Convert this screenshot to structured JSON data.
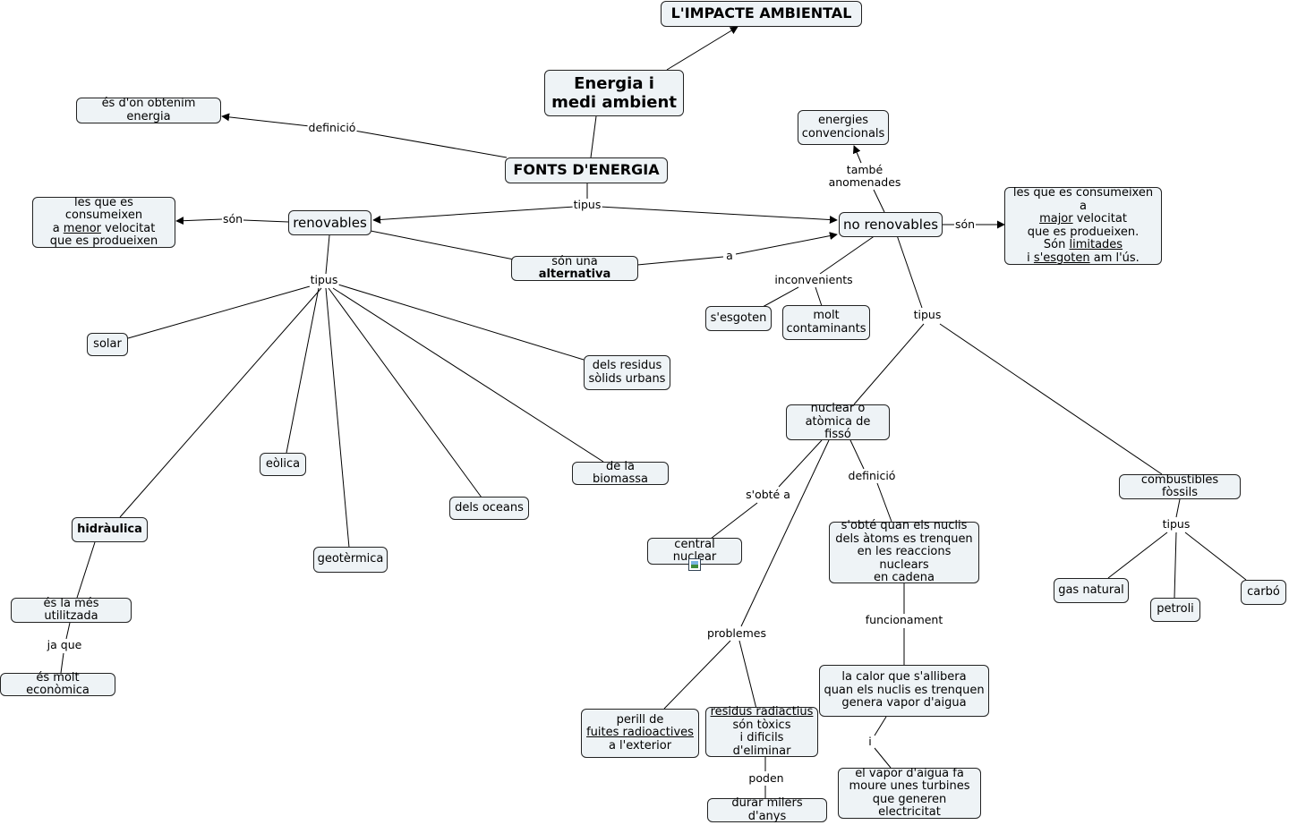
{
  "nodes": {
    "impacte": [
      {
        "t": "L'IMPACTE AMBIENTAL"
      }
    ],
    "energia": [
      {
        "t": "Energia i"
      },
      {
        "br": true
      },
      {
        "t": "medi ambient"
      }
    ],
    "fonts": [
      {
        "t": "FONTS D'ENERGIA"
      }
    ],
    "obtenim": [
      {
        "t": "és d'on obtenim energia"
      }
    ],
    "renovables": [
      {
        "t": "renovables"
      }
    ],
    "norenovables": [
      {
        "t": "no renovables"
      }
    ],
    "menor": [
      {
        "t": "les que es consumeixen"
      },
      {
        "br": true
      },
      {
        "t": "a "
      },
      {
        "t": "menor",
        "u": true
      },
      {
        "t": " velocitat"
      },
      {
        "br": true
      },
      {
        "t": "que es produeixen"
      }
    ],
    "major": [
      {
        "t": "les que es consumeixen a"
      },
      {
        "br": true
      },
      {
        "t": "major",
        "u": true
      },
      {
        "t": " velocitat"
      },
      {
        "br": true
      },
      {
        "t": "que es produeixen."
      },
      {
        "br": true
      },
      {
        "t": "Són "
      },
      {
        "t": "limitades",
        "u": true
      },
      {
        "br": true
      },
      {
        "t": "i "
      },
      {
        "t": "s'esgoten",
        "u": true
      },
      {
        "t": " am l'ús."
      }
    ],
    "convencionals": [
      {
        "t": "energies"
      },
      {
        "br": true
      },
      {
        "t": "convencionals"
      }
    ],
    "alternativa": [
      {
        "t": "són una "
      },
      {
        "t": "alternativa",
        "b": true
      }
    ],
    "esgoten": [
      {
        "t": "s'esgoten"
      }
    ],
    "contaminants": [
      {
        "t": "molt"
      },
      {
        "br": true
      },
      {
        "t": "contaminants"
      }
    ],
    "solar": [
      {
        "t": "solar"
      }
    ],
    "residus": [
      {
        "t": "dels residus"
      },
      {
        "br": true
      },
      {
        "t": "sòlids urbans"
      }
    ],
    "eolica": [
      {
        "t": "eòlica"
      }
    ],
    "biomassa": [
      {
        "t": "de la biomassa"
      }
    ],
    "oceans": [
      {
        "t": "dels oceans"
      }
    ],
    "hidraulica": [
      {
        "t": "hidràulica"
      }
    ],
    "geotermica": [
      {
        "t": "geotèrmica"
      }
    ],
    "mesutilitzada": [
      {
        "t": "és la més utilitzada"
      }
    ],
    "economica": [
      {
        "t": "és molt econòmica"
      }
    ],
    "nuclear": [
      {
        "t": "nuclear o"
      },
      {
        "br": true
      },
      {
        "t": "atòmica de fissó"
      }
    ],
    "central": [
      {
        "t": "central nuclear"
      }
    ],
    "sobtequan": [
      {
        "t": "s'obté quan els nuclis"
      },
      {
        "br": true
      },
      {
        "t": "dels àtoms es trenquen"
      },
      {
        "br": true
      },
      {
        "t": "en les reaccions nuclears"
      },
      {
        "br": true
      },
      {
        "t": "en cadena"
      }
    ],
    "calor": [
      {
        "t": "la calor que s'allibera"
      },
      {
        "br": true
      },
      {
        "t": "quan els nuclis es trenquen"
      },
      {
        "br": true
      },
      {
        "t": "genera vapor d'aigua"
      }
    ],
    "vapor": [
      {
        "t": "el vapor d'aigua fa"
      },
      {
        "br": true
      },
      {
        "t": "moure unes turbines"
      },
      {
        "br": true
      },
      {
        "t": "que generen electricitat"
      }
    ],
    "perill": [
      {
        "t": "perill de"
      },
      {
        "br": true
      },
      {
        "t": "fuites radioactives",
        "u": true
      },
      {
        "br": true
      },
      {
        "t": "a l'exterior"
      }
    ],
    "radiactius": [
      {
        "t": "residus radiactius ",
        "u": true
      },
      {
        "br": true
      },
      {
        "t": "són tòxics"
      },
      {
        "br": true
      },
      {
        "t": "i dificils d'eliminar"
      }
    ],
    "durar": [
      {
        "t": "durar milers d'anys"
      }
    ],
    "fossils": [
      {
        "t": "combustibles fòssils"
      }
    ],
    "gas": [
      {
        "t": "gas natural"
      }
    ],
    "petroli": [
      {
        "t": "petroli"
      }
    ],
    "carbo": [
      {
        "t": "carbó"
      }
    ]
  },
  "labels": {
    "definicio1": "definició",
    "tipus1": "tipus",
    "son1": "són",
    "son2": "són",
    "tambe": "també\nanomenades",
    "a": "a",
    "inconvenients": "inconvenients",
    "tipus2": "tipus",
    "tipus3": "tipus",
    "sobtea": "s'obté a",
    "definicio2": "definició",
    "funcionament": "funcionament",
    "i": "i",
    "problemes": "problemes",
    "poden": "poden",
    "jaque": "ja que",
    "tipus4": "tipus"
  },
  "icons": {
    "central_attachment": "image-icon"
  }
}
